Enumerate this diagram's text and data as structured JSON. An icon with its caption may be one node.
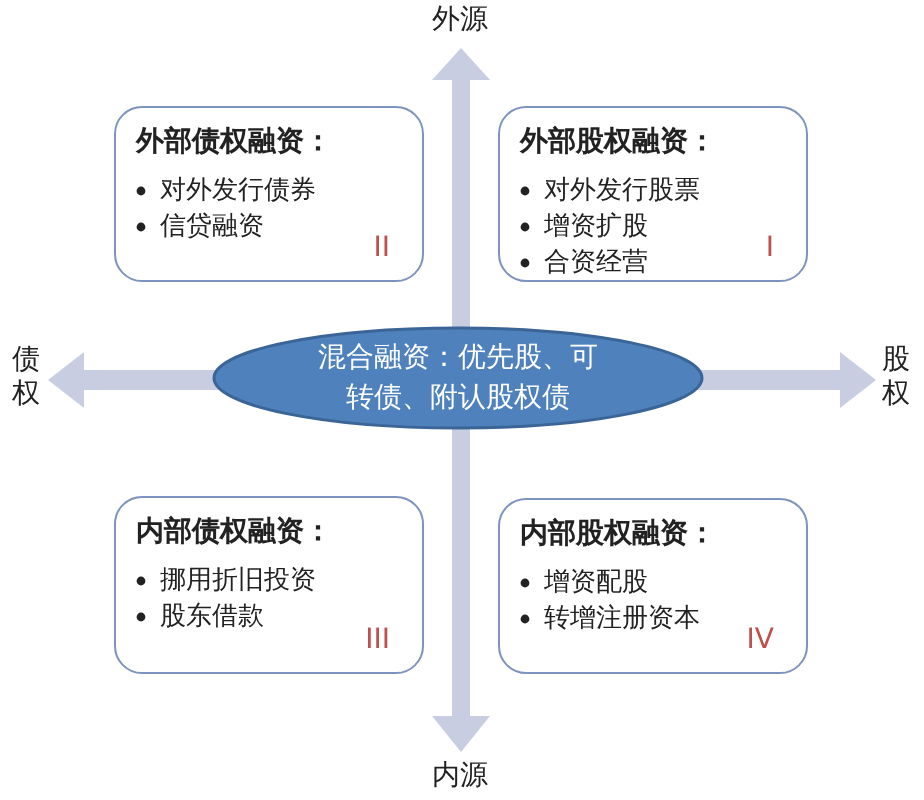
{
  "diagram": {
    "nodes": [
      {
        "text": [
          "外部债权融资：",
          "对外发行债券",
          "信贷融资",
          "II"
        ]
      },
      {
        "text": [
          "外部股权融资：",
          "对外发行股票",
          "增资扩股",
          "合资经营",
          "I"
        ]
      },
      {
        "text": [
          "混合融资：优先股、可转债、附认股权债"
        ]
      },
      {
        "text": [
          "内部债权融资：",
          "挪用折旧投资",
          "股东借款",
          "III"
        ]
      },
      {
        "text": [
          "内部股权融资：",
          "增资配股",
          "转增注册资本",
          "IV"
        ]
      }
    ],
    "edges": [],
    "labels": [
      "外源",
      "债权",
      "股权",
      "内源"
    ]
  }
}
